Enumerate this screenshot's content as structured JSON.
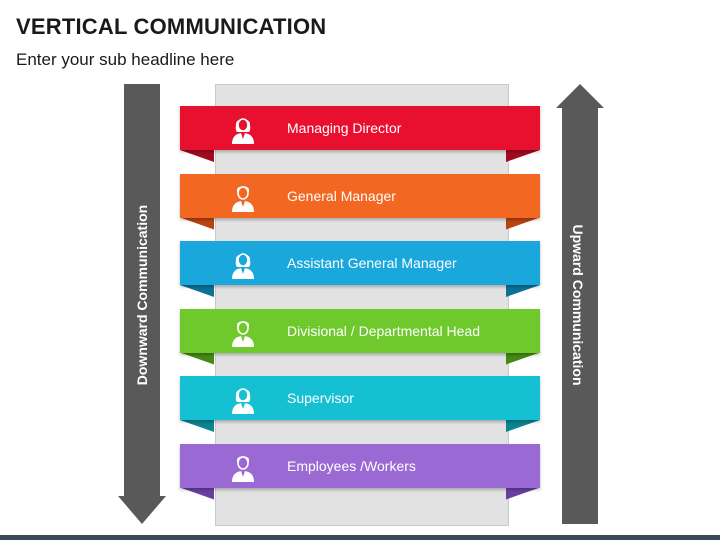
{
  "title": "VERTICAL COMMUNICATION",
  "subtitle": "Enter your sub headline here",
  "left_arrow": {
    "label": "Downward Communication",
    "direction": "down",
    "color": "#595959"
  },
  "right_arrow": {
    "label": "Upward Communication",
    "direction": "up",
    "color": "#595959"
  },
  "levels": [
    {
      "label": "Managing Director",
      "color": "#e8102e",
      "shadow": "#a30a20",
      "icon": "female-person-icon"
    },
    {
      "label": "General Manager",
      "color": "#f26722",
      "shadow": "#b8440e",
      "icon": "male-person-icon"
    },
    {
      "label": "Assistant General Manager",
      "color": "#1aa7dc",
      "shadow": "#0d7199",
      "icon": "female-person-icon"
    },
    {
      "label": "Divisional / Departmental Head",
      "color": "#6fc92c",
      "shadow": "#468a14",
      "icon": "male-person-icon"
    },
    {
      "label": "Supervisor",
      "color": "#14c0d1",
      "shadow": "#0a8591",
      "icon": "female-person-icon"
    },
    {
      "label": "Employees /Workers",
      "color": "#9b69d3",
      "shadow": "#6a3fa3",
      "icon": "male-person-icon"
    }
  ]
}
